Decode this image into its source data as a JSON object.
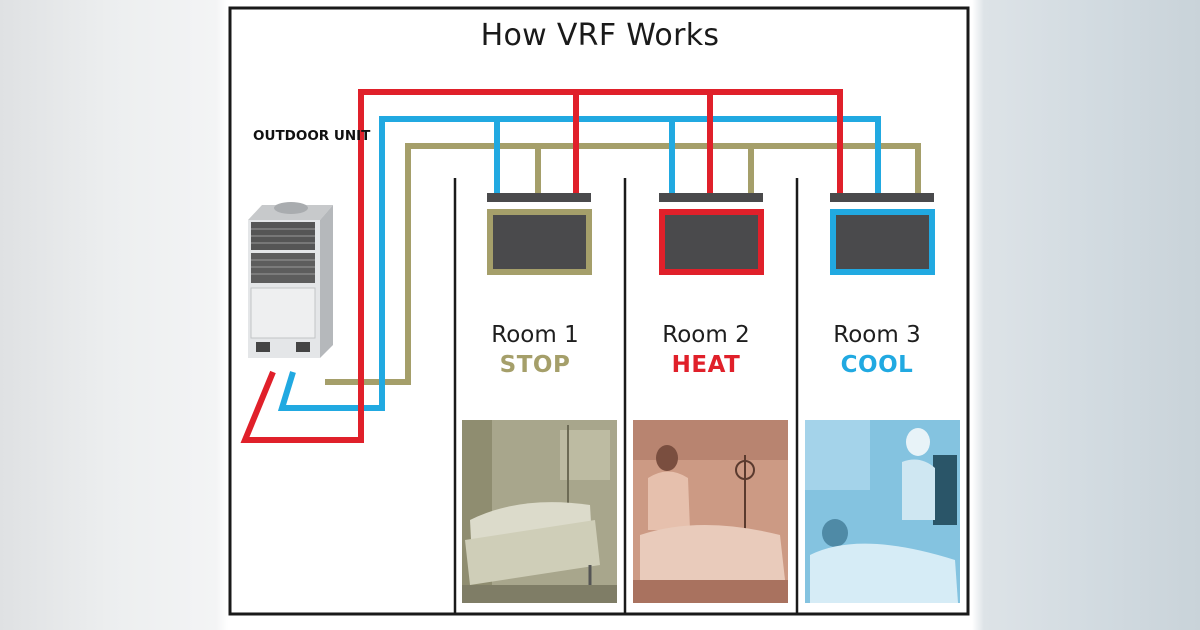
{
  "diagram": {
    "title": "How VRF Works",
    "outdoor_unit_label": "OUTDOOR UNIT",
    "colors": {
      "hot_line": "#e0202a",
      "cold_line": "#21a9e1",
      "neutral_line": "#a59f6a",
      "frame": "#1a1a1a",
      "indoor_unit": "#4a4a4c"
    },
    "rooms": [
      {
        "name": "Room 1",
        "mode": "STOP",
        "mode_color": "#a59f6a",
        "photo_tint": "#a8a68c"
      },
      {
        "name": "Room 2",
        "mode": "HEAT",
        "mode_color": "#e0202a",
        "photo_tint": "#cc9a84"
      },
      {
        "name": "Room 3",
        "mode": "COOL",
        "mode_color": "#21a9e1",
        "photo_tint": "#84c3e0"
      }
    ]
  }
}
